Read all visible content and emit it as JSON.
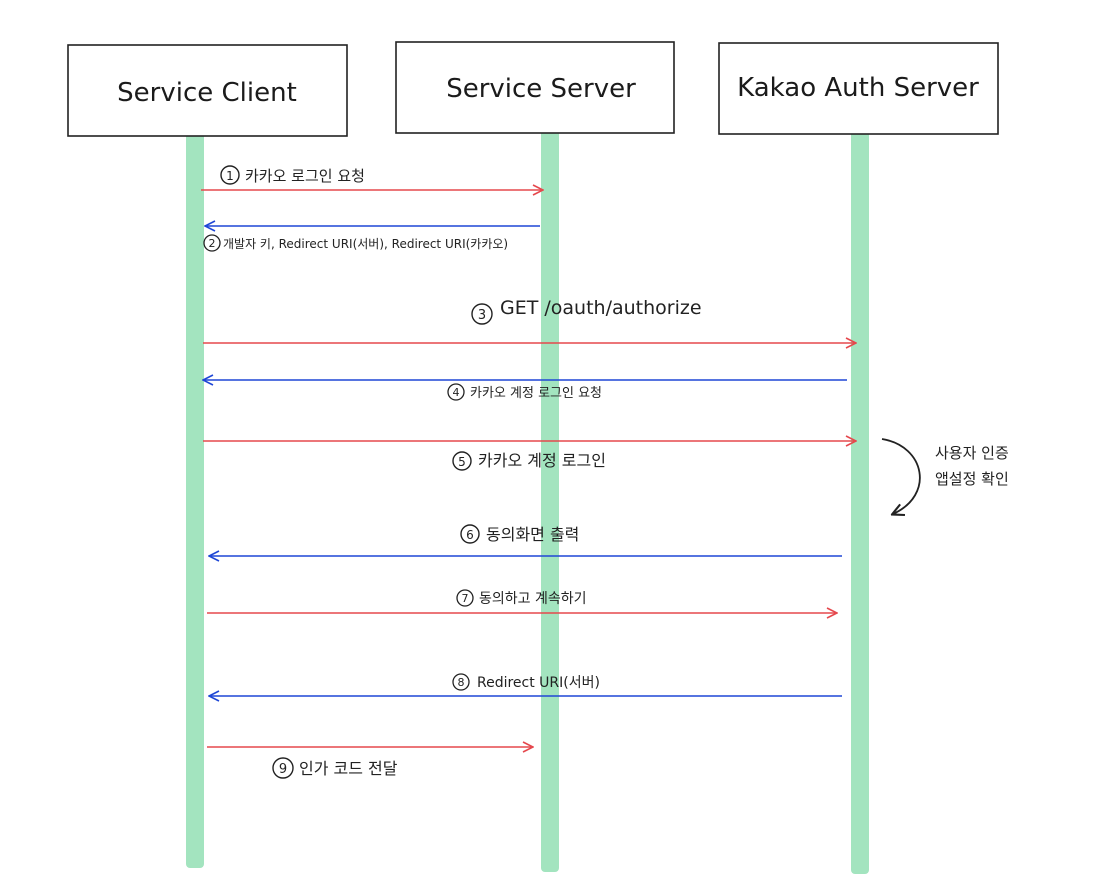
{
  "colors": {
    "lifeline": "#a3e4bf",
    "request_arrow": "#e5484d",
    "response_arrow": "#1f47d6",
    "box_border": "#222222",
    "text": "#222222"
  },
  "participants": [
    {
      "id": "client",
      "label": "Service Client"
    },
    {
      "id": "server",
      "label": "Service Server"
    },
    {
      "id": "kakao",
      "label": "Kakao Auth Server"
    }
  ],
  "messages": [
    {
      "number": "1",
      "text": "카카오 로그인 요청",
      "from": "client",
      "to": "server",
      "color": "request_arrow"
    },
    {
      "number": "2",
      "text": "개발자 키, Redirect URI(서버), Redirect URI(카카오)",
      "from": "server",
      "to": "client",
      "color": "response_arrow"
    },
    {
      "number": "3",
      "text": "GET /oauth/authorize",
      "from": "client",
      "to": "kakao",
      "color": "request_arrow"
    },
    {
      "number": "4",
      "text": "카카오 계정 로그인 요청",
      "from": "kakao",
      "to": "client",
      "color": "response_arrow"
    },
    {
      "number": "5",
      "text": "카카오 계정 로그인",
      "from": "client",
      "to": "kakao",
      "color": "request_arrow"
    },
    {
      "number": "6",
      "text": "동의화면 출력",
      "from": "kakao",
      "to": "client",
      "color": "response_arrow"
    },
    {
      "number": "7",
      "text": "동의하고 계속하기",
      "from": "client",
      "to": "kakao",
      "color": "request_arrow"
    },
    {
      "number": "8",
      "text": "Redirect URI(서버)",
      "from": "kakao",
      "to": "client",
      "color": "response_arrow"
    },
    {
      "number": "9",
      "text": "인가 코드 전달",
      "from": "client",
      "to": "server",
      "color": "request_arrow"
    }
  ],
  "self_note": {
    "lines": [
      "사용자 인증",
      "앱설정 확인"
    ]
  }
}
